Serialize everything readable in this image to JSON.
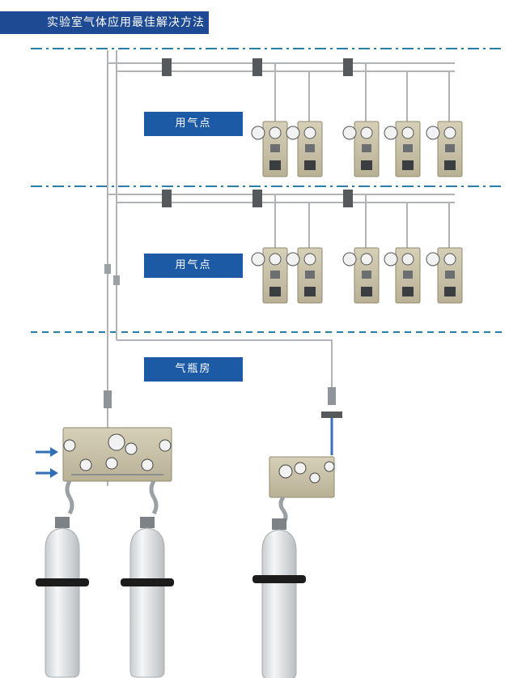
{
  "header": {
    "title": "实验室气体应用最佳解决方法"
  },
  "zones": {
    "upper_label": "用气点",
    "middle_label": "用气点",
    "bottom_label": "气瓶房"
  },
  "colors": {
    "banner": "#1e4a93",
    "label": "#1d5aa6",
    "divider": "#2a7fa8",
    "pipe": "#b0b4b8",
    "panel": "#c9c2a8",
    "cylinder": "#dfe2e4"
  },
  "icons": {
    "gas_point": "pressure-regulator-panel-icon",
    "cylinder": "gas-cylinder-icon",
    "manifold": "switchover-manifold-icon",
    "flow": "arrow-right-icon"
  }
}
